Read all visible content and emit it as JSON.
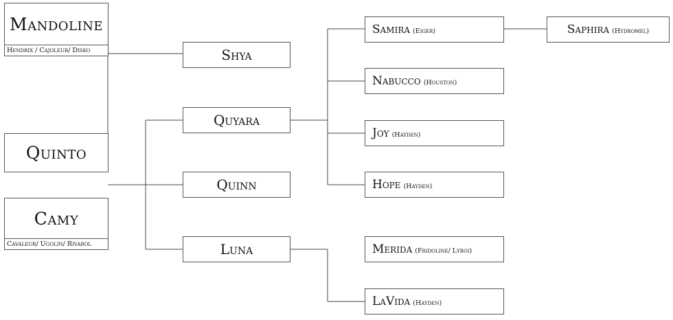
{
  "sires": [
    {
      "name": "Mandoline",
      "parents": "Hendrix / Cajoleur/ Disko"
    },
    {
      "name": "Quinto"
    },
    {
      "name": "Camy",
      "parents": "Cavaleur/ Ugolin/ Rivarol"
    }
  ],
  "gen2": [
    "Shya",
    "Quyara",
    "Quinn",
    "Luna"
  ],
  "gen3": [
    {
      "name": "Samira",
      "sire": "(Eiger)"
    },
    {
      "name": "Nabucco",
      "sire": "(Houston)"
    },
    {
      "name": "Joy",
      "sire": "(Hayden)"
    },
    {
      "name": "Hope",
      "sire": "(Hayden)"
    },
    {
      "name": "Merida",
      "sire": "(Fridoline/ Lyroi)"
    },
    {
      "name": "LaVida",
      "sire": "(Hayden)"
    }
  ],
  "gen4": [
    {
      "name": "Saphira",
      "sire": "(Hydromel)"
    }
  ]
}
